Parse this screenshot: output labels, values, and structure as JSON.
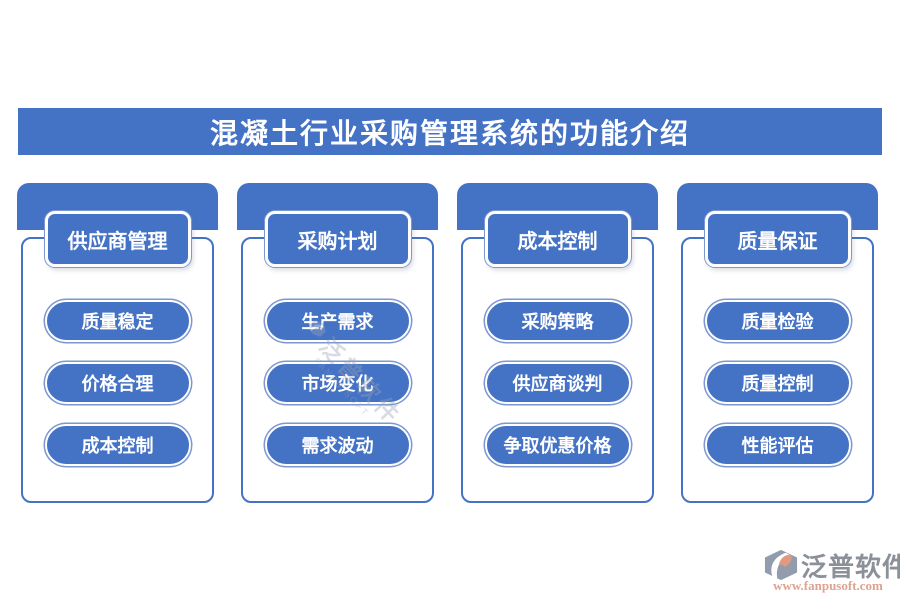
{
  "title": "混凝土行业采购管理系统的功能介绍",
  "accent_color": "#4472C4",
  "pill_ring_color": "#7D97D2",
  "columns": [
    {
      "title": "供应商管理",
      "items": [
        "质量稳定",
        "价格合理",
        "成本控制"
      ]
    },
    {
      "title": "采购计划",
      "items": [
        "生产需求",
        "市场变化",
        "需求波动"
      ]
    },
    {
      "title": "成本控制",
      "items": [
        "采购策略",
        "供应商谈判",
        "争取优惠价格"
      ]
    },
    {
      "title": "质量保证",
      "items": [
        "质量检验",
        "质量控制",
        "性能评估"
      ]
    }
  ],
  "watermark": {
    "text": "泛普软件",
    "subtext": "FANPU SOFT"
  },
  "footer": {
    "brand": "泛普软件",
    "url": "www.fanpusoft.com",
    "brand_color": "#8B9099",
    "url_color": "#DFA190",
    "logo_gray": "#939CAC",
    "logo_salmon": "#DF9B82"
  }
}
